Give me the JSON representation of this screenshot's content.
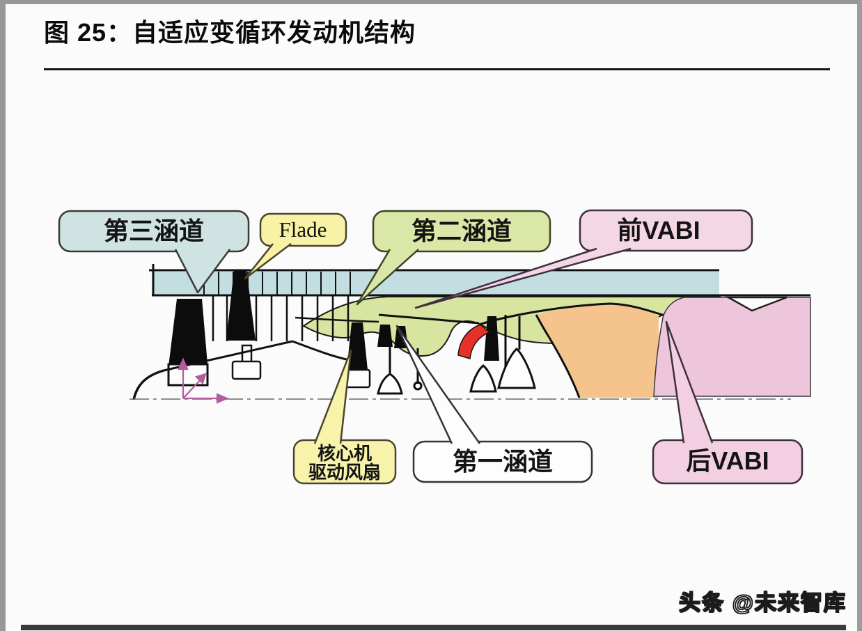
{
  "page": {
    "title": "图 25：自适应变循环发动机结构",
    "watermark": "头条 @未来智库"
  },
  "diagram": {
    "type": "engine-cross-section-schematic",
    "subject": "自适应变循环发动机结构",
    "callouts": [
      {
        "id": "third-duct",
        "label": "第三涵道",
        "fill": "#cfe3e2"
      },
      {
        "id": "flade",
        "label": "Flade",
        "fill": "#f7f2a6"
      },
      {
        "id": "second-duct",
        "label": "第二涵道",
        "fill": "#dbe7a6"
      },
      {
        "id": "front-vabi",
        "label": "前VABI",
        "fill": "#f4d7e4"
      },
      {
        "id": "core-driven-fan",
        "label": "核心机驱动风扇",
        "line1": "核心机",
        "line2": "驱动风扇",
        "fill": "#f8f3ab"
      },
      {
        "id": "first-duct",
        "label": "第一涵道",
        "fill": "#fdfdfd"
      },
      {
        "id": "rear-vabi",
        "label": "后VABI",
        "fill": "#f2d0e1"
      }
    ],
    "region_colors": {
      "third_bypass_strip": "#c3dee0",
      "second_bypass": "#d7e5a0",
      "core_casing": "#f5c48d",
      "rear_section": "#edc6dc",
      "combustor_highlight": "#e6312a",
      "axis_arrows": "#b55c9d"
    }
  }
}
